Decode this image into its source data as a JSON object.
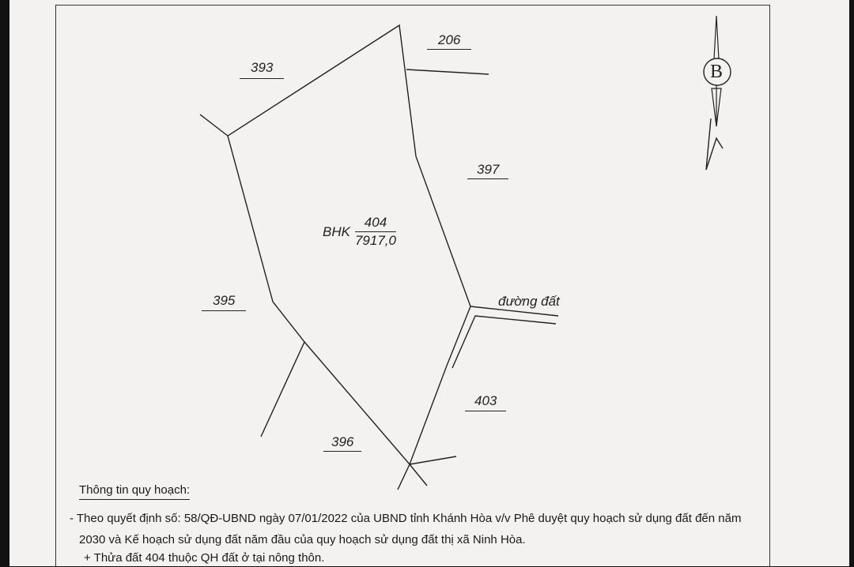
{
  "map": {
    "parcels": {
      "p393": "393",
      "p206": "206",
      "p397": "397",
      "p395": "395",
      "p403": "403",
      "p396": "396"
    },
    "road_label": "đường đất",
    "main_parcel": {
      "code": "BHK",
      "number": "404",
      "area": "7917,0"
    },
    "north_label": "B"
  },
  "info": {
    "heading": "Thông tin quy hoạch:",
    "line1": "- Theo quyết định số: 58/QĐ-UBND ngày 07/01/2022 của UBND tỉnh Khánh Hòa v/v Phê duyệt quy hoạch sử dụng đất đến năm",
    "line2": "2030 và Kế hoạch sử dụng đất năm đầu của quy hoạch sử dụng đất thị xã Ninh Hòa.",
    "line3": "+  Thửa đất 404 thuộc QH đất ở tại nông thôn."
  }
}
